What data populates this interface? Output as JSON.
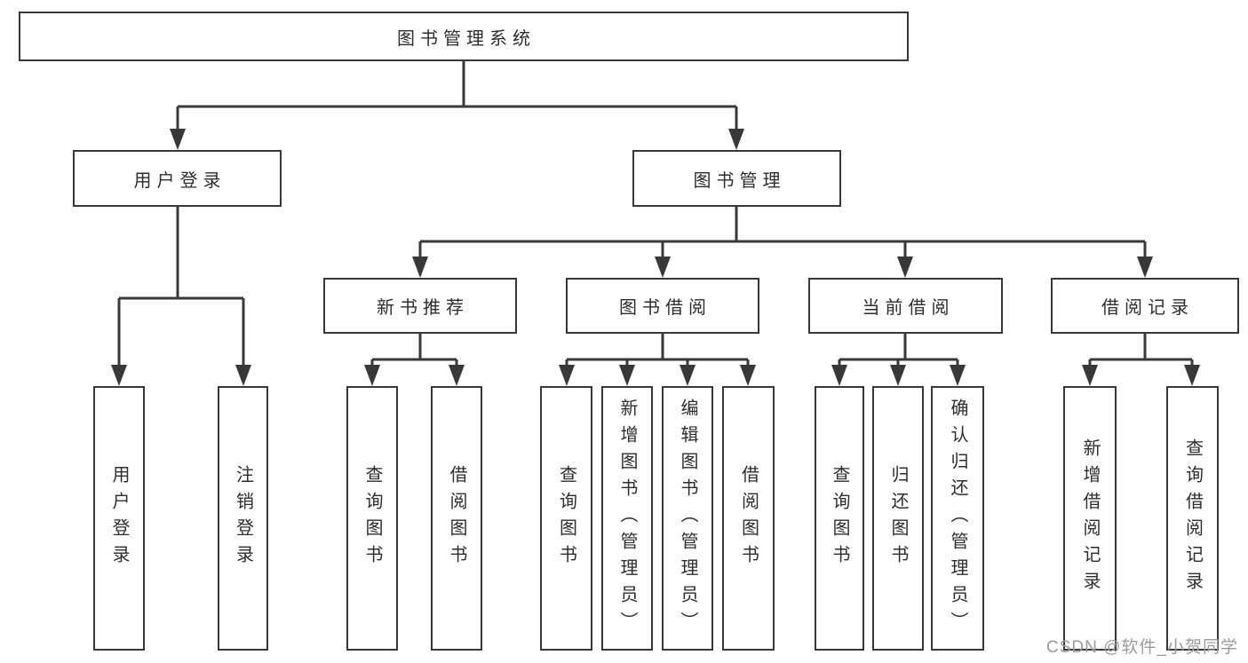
{
  "diagram": {
    "root": {
      "label": "图书管理系统"
    },
    "branches": [
      {
        "label": "用户登录",
        "leaves": [
          "用户登录",
          "注销登录"
        ]
      },
      {
        "label": "图书管理",
        "sections": [
          {
            "label": "新书推荐",
            "leaves": [
              "查询图书",
              "借阅图书"
            ]
          },
          {
            "label": "图书借阅",
            "leaves": [
              "查询图书",
              "新增图书（管理员）",
              "编辑图书（管理员）",
              "借阅图书"
            ]
          },
          {
            "label": "当前借阅",
            "leaves": [
              "查询图书",
              "归还图书",
              "确认归还（管理员）"
            ]
          },
          {
            "label": "借阅记录",
            "leaves": [
              "新增借阅记录",
              "查询借阅记录"
            ]
          }
        ]
      }
    ],
    "watermark": "CSDN @软件_小贺同学"
  },
  "colors": {
    "line": "#383838",
    "box_border": "#383838",
    "box_fill": "#ffffff",
    "text": "#2d2d2d",
    "watermark": "#9b9b9b",
    "background": "#ffffff"
  }
}
